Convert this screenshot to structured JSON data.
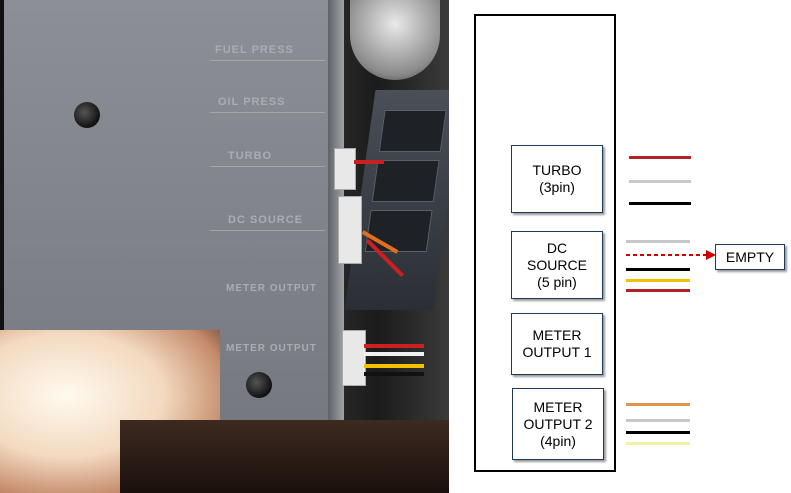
{
  "photo": {
    "panel_labels": [
      "FUEL PRESS",
      "OIL PRESS",
      "TURBO",
      "DC SOURCE",
      "METER OUTPUT",
      "METER OUTPUT"
    ]
  },
  "diagram": {
    "blocks": [
      {
        "label": "TURBO\n(3pin)"
      },
      {
        "label": "DC\nSOURCE\n(5 pin)"
      },
      {
        "label": "METER\nOUTPUT 1"
      },
      {
        "label": "METER\nOUTPUT 2\n(4pin)"
      }
    ],
    "empty_label": "EMPTY",
    "wire_colors": {
      "turbo": [
        "#b22222",
        "#c8c8c8",
        "#000000"
      ],
      "dc_source": [
        "#c8c8c8",
        "#cc0000",
        "#000000",
        "#f2c200",
        "#b22222"
      ],
      "meter_output_2": [
        "#e0934a",
        "#c8c8c8",
        "#000000",
        "#f2f2a0"
      ]
    },
    "empty_arrow_color": "#cc0000"
  }
}
